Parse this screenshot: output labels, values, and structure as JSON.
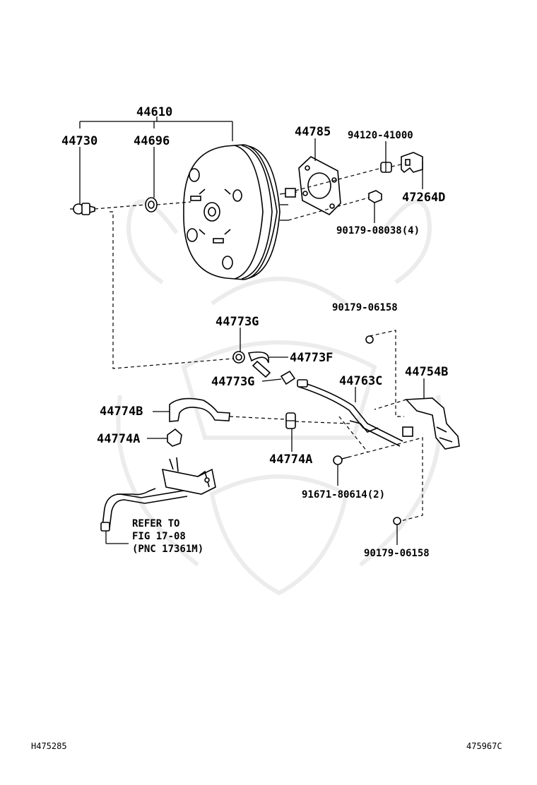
{
  "labels": {
    "booster_assy": "44610",
    "check_valve": "44730",
    "grommet": "44696",
    "gasket": "44785",
    "nut_94120": "94120-41000",
    "clamp_47264d": "47264D",
    "nut_90179_08038": "90179-08038(4)",
    "nut_90179_06158_top": "90179-06158",
    "clip_44773g_top": "44773G",
    "hose_44773f": "44773F",
    "clip_44773g_bottom": "44773G",
    "pipe_44763c": "44763C",
    "bracket_44754b": "44754B",
    "hose_44774b": "44774B",
    "clip_44774a_left": "44774A",
    "clip_44774a_center": "44774A",
    "bolt_91671": "91671-80614(2)",
    "nut_90179_06158_bottom": "90179-06158"
  },
  "refer_note": {
    "line1": "REFER TO",
    "line2": "FIG 17-08",
    "line3": "(PNC 17361M)"
  },
  "footer": {
    "left_code": "H475285",
    "right_code": "475967C"
  }
}
